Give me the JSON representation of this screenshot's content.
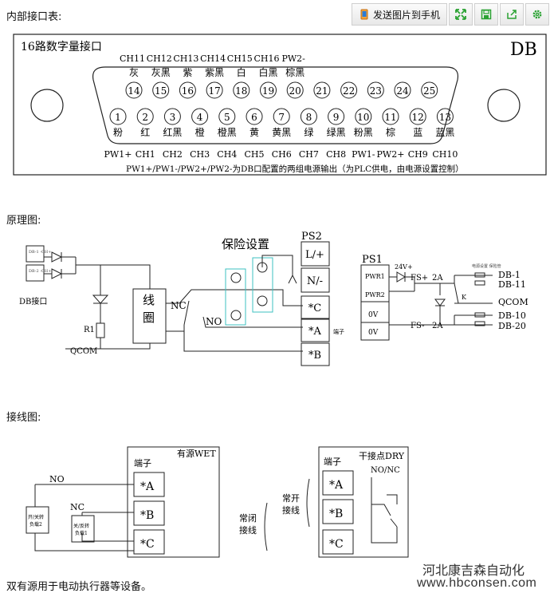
{
  "header": {
    "title": "内部接口表:"
  },
  "toolbar": {
    "send_label": "发送图片到手机",
    "icons": [
      "phone-icon",
      "expand-icon",
      "save-icon",
      "share-icon",
      "gear-icon"
    ],
    "accent": "#2aa232"
  },
  "db_panel": {
    "subtitle": "16路数字量接口",
    "badge": "DB",
    "top_channels": [
      "CH11",
      "CH12",
      "CH13",
      "CH14",
      "CH15",
      "CH16",
      "PW2-",
      ""
    ],
    "top_colors": [
      "灰",
      "灰黑",
      "紫",
      "紫黑",
      "白",
      "白黑",
      "棕黑",
      ""
    ],
    "top_pins": [
      "14",
      "15",
      "16",
      "17",
      "18",
      "19",
      "20",
      "21",
      "22",
      "23",
      "24",
      "25"
    ],
    "bottom_pins": [
      "1",
      "2",
      "3",
      "4",
      "5",
      "6",
      "7",
      "8",
      "9",
      "10",
      "11",
      "12",
      "13"
    ],
    "bottom_colors": [
      "粉",
      "红",
      "红黑",
      "橙",
      "橙黑",
      "黄",
      "黄黑",
      "绿",
      "绿黑",
      "粉黑",
      "棕",
      "蓝",
      "蓝黑"
    ],
    "bottom_channels": [
      "PW1+",
      "CH1",
      "CH2",
      "CH3",
      "CH4",
      "CH5",
      "CH6",
      "CH7",
      "CH8",
      "PW1-",
      "PW2+",
      "CH9",
      "CH10"
    ],
    "note": "PW1+/PW1-/PW2+/PW2-为DB口配置的两组电源输出（为PLC供电，由电源设置控制）"
  },
  "schematic": {
    "section_label": "原理图:",
    "db_port": "DB接口",
    "db_box1": "DB-1\n-CH+",
    "db_box2": "DB-2\n-CH+",
    "r1": "R1",
    "qcom": "QCOM",
    "coil": "线\n圈",
    "nc": "NC",
    "no": "NO",
    "fuse_title": "保险设置",
    "ps2": "PS2",
    "ps2_terms": [
      "L/+",
      "N/-",
      "*C",
      "*A",
      "*B"
    ],
    "terminal_small": "端子",
    "ps1": "PS1",
    "ps1_pwr": [
      "PWR1",
      "PWR2"
    ],
    "ps1_ov": [
      "0V",
      "0V"
    ],
    "v24": "24V+",
    "fs_plus": "FS+",
    "fs_minus": "FS-",
    "amp1": "2A",
    "amp2": "2A",
    "k": "K",
    "fuse_small": "电源设置\n保险管",
    "right_outputs": [
      "DB-1",
      "DB-11",
      "QCOM",
      "DB-10",
      "DB-20"
    ]
  },
  "wiring": {
    "section_label": "接线图:",
    "wet_title": "有源WET",
    "terminal": "端子",
    "terms": [
      "*A",
      "*B",
      "*C"
    ],
    "no": "NO",
    "nc": "NC",
    "load2": "开/关机\n负载2",
    "load1": "关/反转\n负载1",
    "dry_title": "干接点DRY",
    "nonc": "NO/NC",
    "normally_open": "常开\n接线",
    "normally_closed": "常闭\n接线"
  },
  "brand": {
    "name": "河北康吉森自动化",
    "url": "www.hbconsen.com"
  },
  "caption": "双有源用于电动执行器等设备。"
}
